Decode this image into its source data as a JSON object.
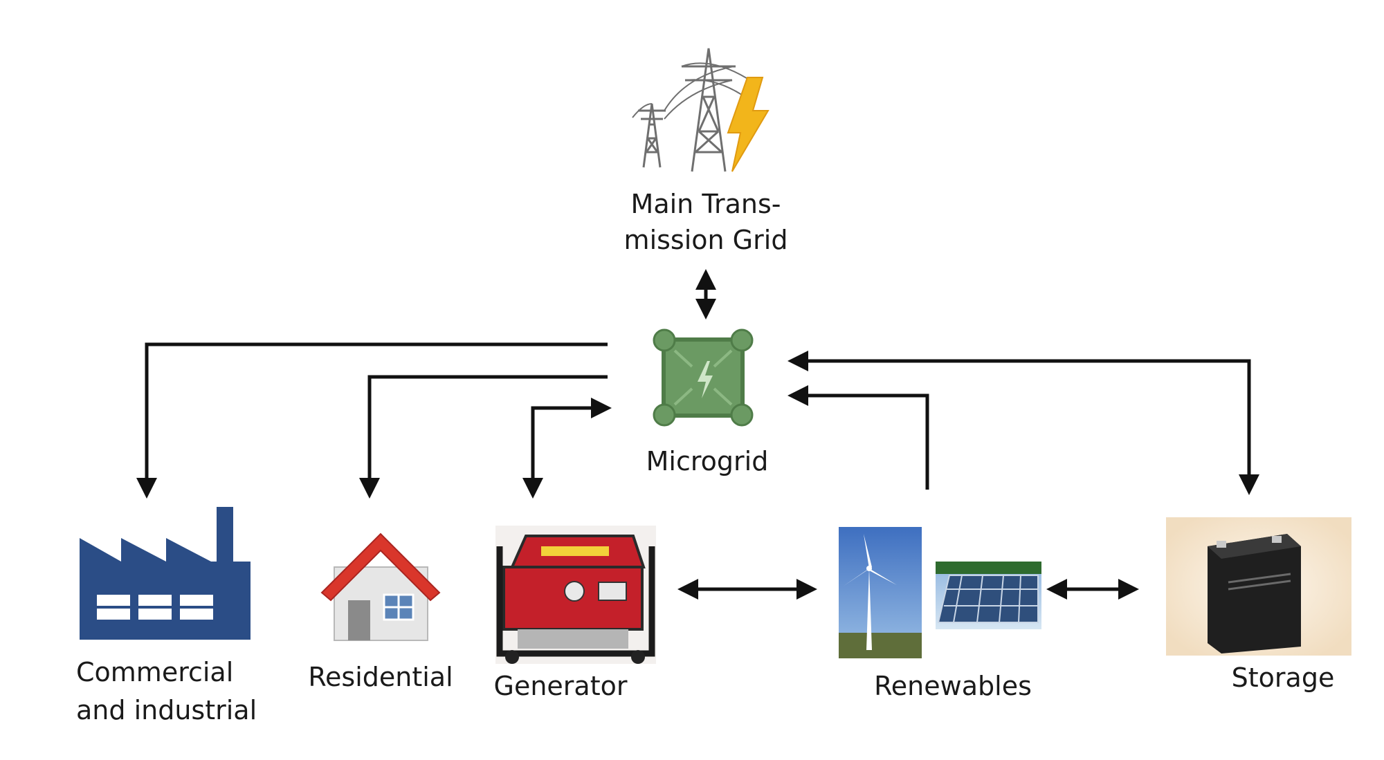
{
  "diagram": {
    "title": "",
    "nodes": {
      "grid": {
        "label_line1": "Main Trans-",
        "label_line2": "mission Grid",
        "icon": "transmission-tower-icon"
      },
      "microgrid": {
        "label": "Microgrid",
        "icon": "microgrid-chip-icon"
      },
      "commercial": {
        "label_line1": "Commercial",
        "label_line2": "and industrial",
        "icon": "factory-icon"
      },
      "residential": {
        "label": "Residential",
        "icon": "house-icon"
      },
      "generator": {
        "label": "Generator",
        "icon": "generator-icon"
      },
      "renewables": {
        "label": "Renewables",
        "icon": "wind-turbine-solar-panel-icon"
      },
      "storage": {
        "label": "Storage",
        "icon": "battery-icon"
      }
    },
    "connections": [
      {
        "from": "grid",
        "to": "microgrid",
        "direction": "bidirectional"
      },
      {
        "from": "microgrid",
        "to": "commercial",
        "direction": "one-way"
      },
      {
        "from": "microgrid",
        "to": "residential",
        "direction": "one-way"
      },
      {
        "from": "generator",
        "to": "microgrid",
        "direction": "bidirectional"
      },
      {
        "from": "renewables",
        "to": "microgrid",
        "direction": "one-way"
      },
      {
        "from": "storage",
        "to": "microgrid",
        "direction": "bidirectional"
      },
      {
        "from": "generator",
        "to": "renewables",
        "direction": "bidirectional"
      },
      {
        "from": "renewables",
        "to": "storage",
        "direction": "bidirectional"
      }
    ],
    "colors": {
      "arrow": "#111111",
      "factory": "#2b4d86",
      "microgrid": "#6b9a63",
      "roof": "#d9362b",
      "generator": "#c4202a",
      "bolt": "#f2b51b"
    }
  }
}
